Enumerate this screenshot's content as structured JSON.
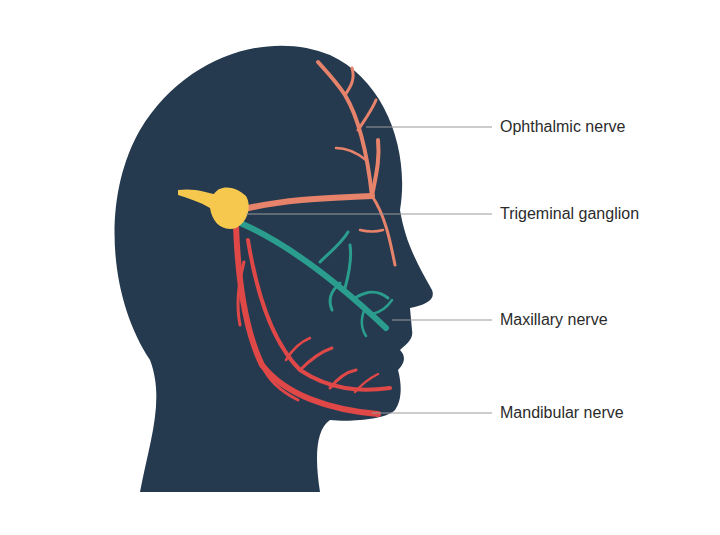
{
  "diagram": {
    "labels": [
      "Ophthalmic nerve",
      "Trigeminal ganglion",
      "Maxillary nerve",
      "Mandibular nerve"
    ]
  }
}
